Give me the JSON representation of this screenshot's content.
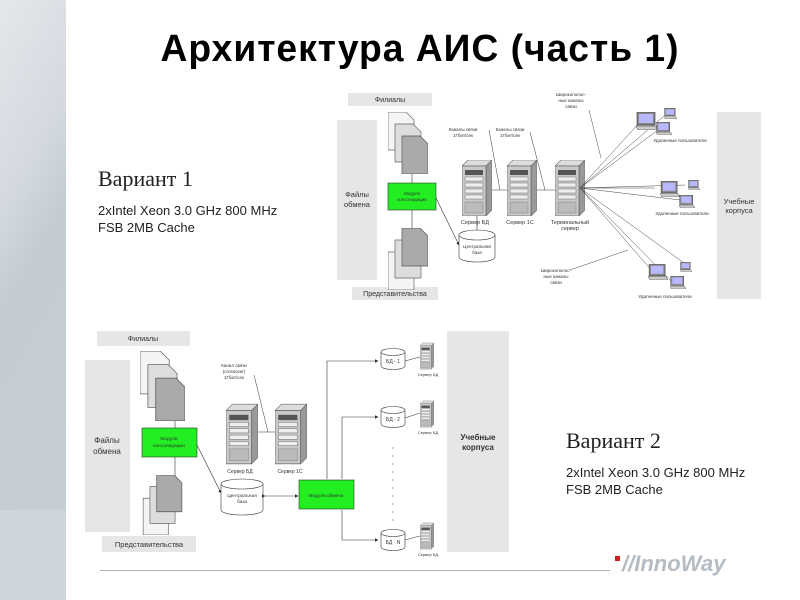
{
  "slide": {
    "title": "Архитектура АИС (часть 1)",
    "variant1": {
      "label": "Вариант 1",
      "spec": "2xIntel Xeon 3.0 GHz 800 MHz FSB 2MB Cache"
    },
    "variant2": {
      "label": "Вариант 2",
      "spec": "2xIntel Xeon 3.0 GHz 800 MHz FSB 2MB Cache"
    },
    "logo": "InnoWay"
  },
  "diagram1": {
    "branches": "Филиалы",
    "exchange_files": [
      "Файлы",
      "обмена"
    ],
    "module": [
      "Модули",
      "консолидации"
    ],
    "channel1": [
      "Каналы связи",
      "1Гбит/сек"
    ],
    "channel2": [
      "Каналы связи",
      "1Гбит/сек"
    ],
    "broadband_top": [
      "Широкополос-",
      "ные каналы",
      "связи"
    ],
    "broadband_bottom": [
      "Широкополос-",
      "ные каналы",
      "связи"
    ],
    "server_db": "Сервер БД",
    "server_1c": "Сервер 1С",
    "terminal": [
      "Терминальный",
      "сервер"
    ],
    "central_db": [
      "Центральная",
      "база"
    ],
    "remote_users": [
      "Удаленные пользователи",
      "Удаленные пользователи",
      "Удаленные пользователи"
    ],
    "campuses": [
      "Учебные",
      "корпуса"
    ],
    "representations": "Представительства"
  },
  "diagram2": {
    "branches": "Филиалы",
    "exchange_files": [
      "Файлы",
      "обмена"
    ],
    "module": [
      "Модули",
      "консолидации"
    ],
    "channel": [
      "Канал связи",
      "(crossover)",
      "1Гбит/сек"
    ],
    "server_db": "Сервер БД",
    "server_1c": "Сервер 1С",
    "central_db": [
      "Центральная",
      "база"
    ],
    "exchange_module": "Модули обмена",
    "dbs": [
      "БД - 1",
      "БД - 2",
      "БД - N"
    ],
    "db_server": "Сервер БД",
    "campuses": [
      "Учебные",
      "корпуса"
    ],
    "representations": "Представительства"
  },
  "colors": {
    "green": "#22ee22",
    "panel": "#e6e6e6",
    "logo": "#b4bcc4",
    "logo_accent": "#d42020"
  }
}
